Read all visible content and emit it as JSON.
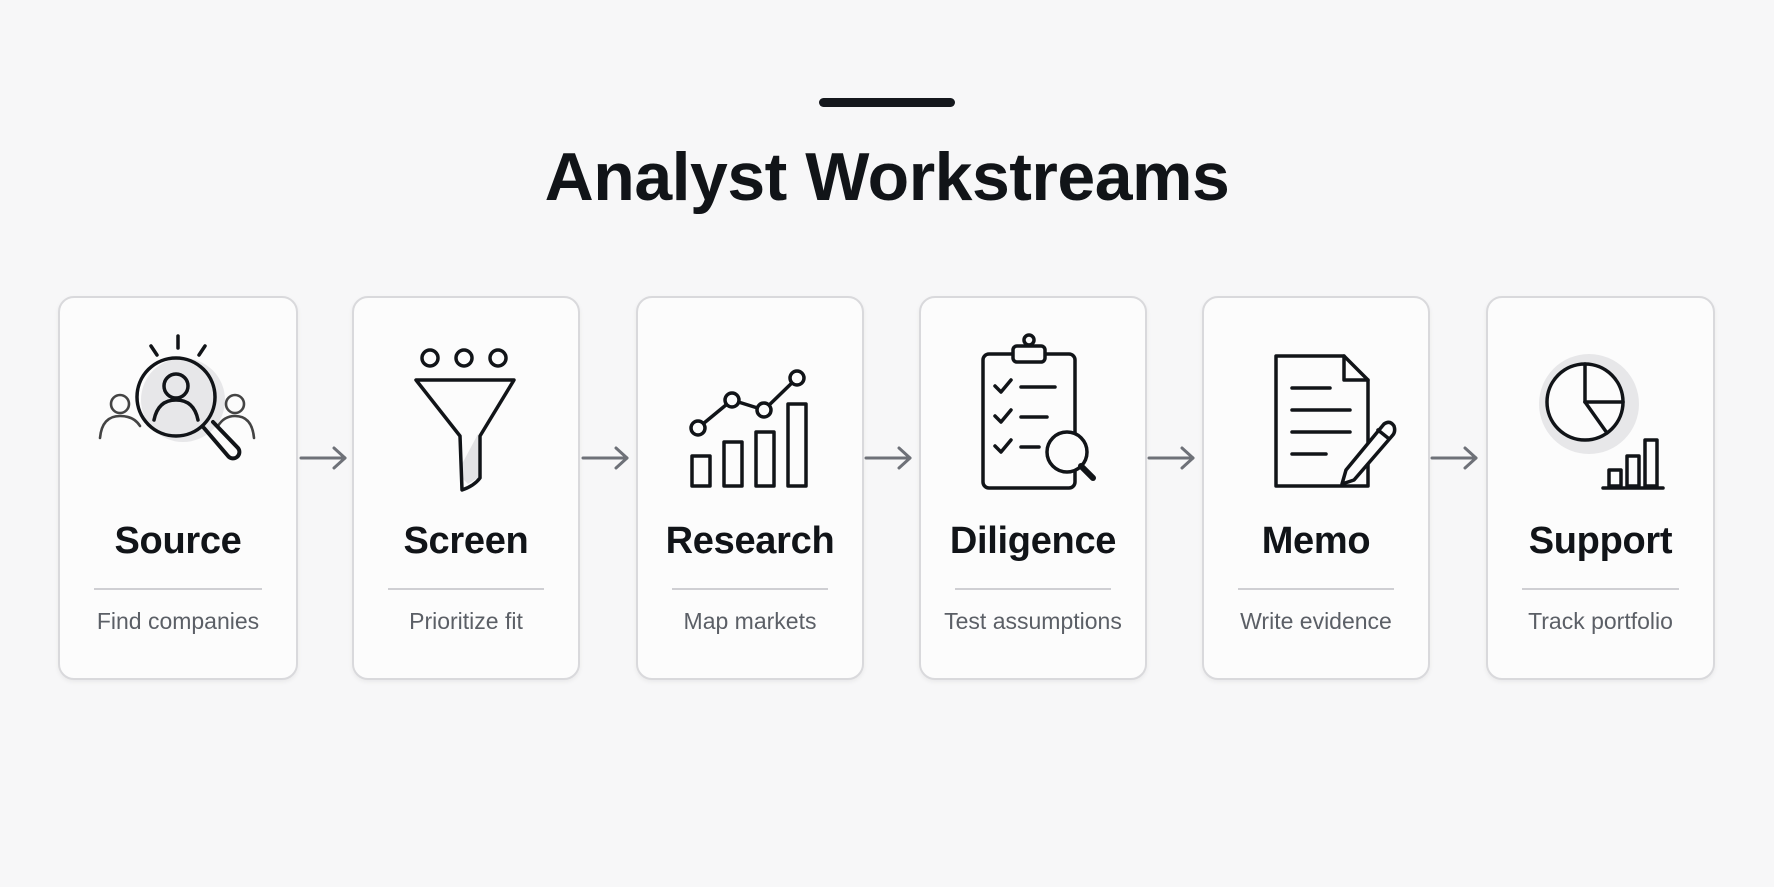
{
  "title": "Analyst Workstreams",
  "steps": [
    {
      "label": "Source",
      "description": "Find companies",
      "icon": "people-search-icon"
    },
    {
      "label": "Screen",
      "description": "Prioritize fit",
      "icon": "funnel-icon"
    },
    {
      "label": "Research",
      "description": "Map markets",
      "icon": "bar-chart-trend-icon"
    },
    {
      "label": "Diligence",
      "description": "Test assumptions",
      "icon": "clipboard-checklist-search-icon"
    },
    {
      "label": "Memo",
      "description": "Write evidence",
      "icon": "document-pencil-icon"
    },
    {
      "label": "Support",
      "description": "Track portfolio",
      "icon": "pie-chart-bars-icon"
    }
  ],
  "colors": {
    "background": "#f7f7f8",
    "ink": "#111418",
    "muted_text": "#5b5f66",
    "card_border": "#d9d9dc",
    "icon_highlight": "#e7e7e9",
    "arrow": "#6e7178"
  }
}
